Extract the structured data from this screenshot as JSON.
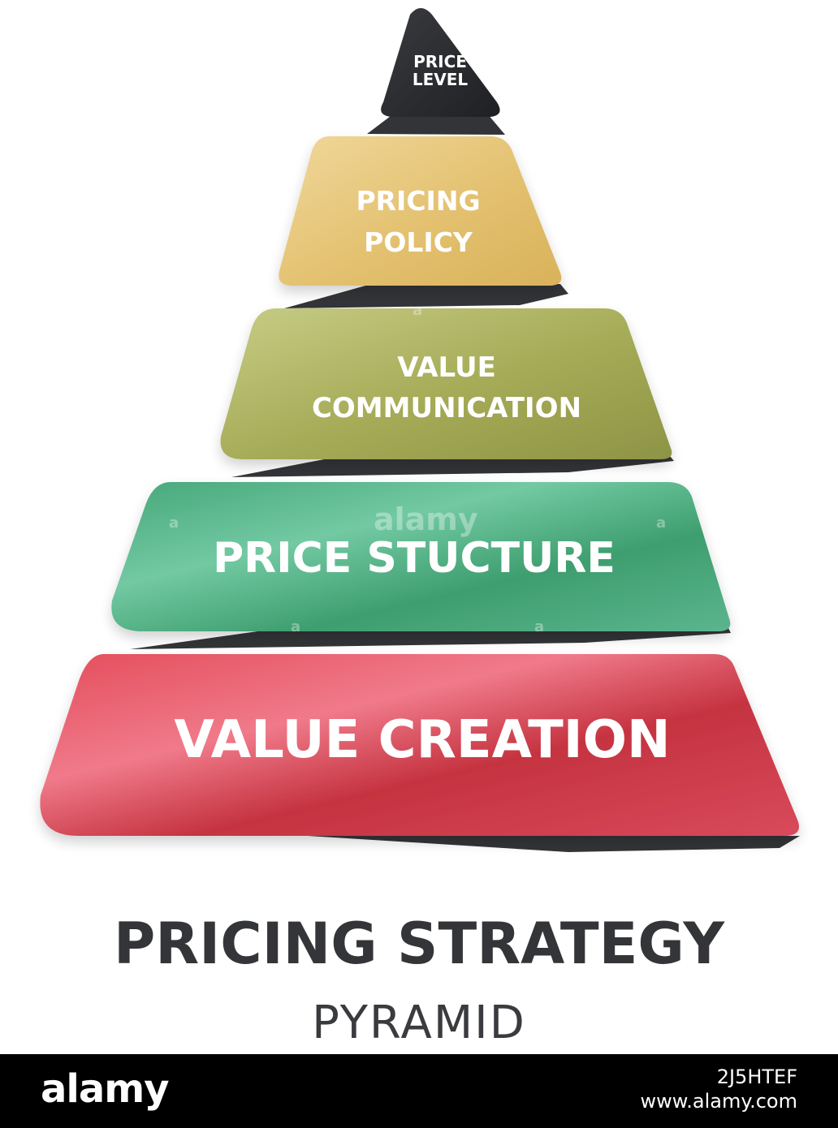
{
  "tiers": [
    {
      "label_lines": [
        "PRICE",
        "LEVEL"
      ],
      "color": "#2c2d30"
    },
    {
      "label_lines": [
        "PRICING",
        "POLICY"
      ],
      "color": "#e2c16f"
    },
    {
      "label_lines": [
        "VALUE",
        "COMMUNICATION"
      ],
      "color": "#a9b05a"
    },
    {
      "label_lines": [
        "PRICE STUCTURE"
      ],
      "color": "#4cae82"
    },
    {
      "label_lines": [
        "VALUE CREATION"
      ],
      "color": "#d8434f"
    }
  ],
  "title": "PRICING STRATEGY",
  "subtitle": "PYRAMID",
  "watermark": {
    "text": "alamy",
    "small": "a"
  },
  "footer": {
    "brand": "alamy",
    "image_id": "2J5HTEF",
    "site": "www.alamy.com"
  },
  "colors": {
    "connector": "#333437",
    "title": "#343538",
    "footer_bg": "#000000"
  }
}
